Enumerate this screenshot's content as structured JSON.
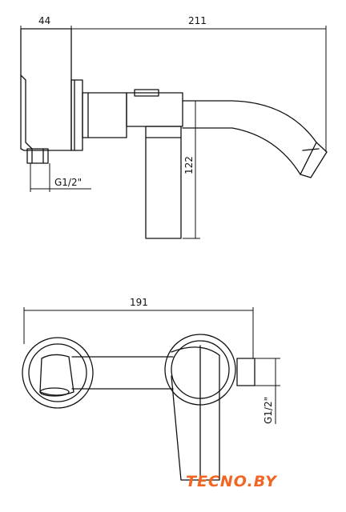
{
  "dimensions": {
    "wall_depth": "44",
    "total_length_side": "211",
    "height": "122",
    "thread_side": "G1/2\"",
    "total_length_top": "191",
    "thread_top": "G1/2\""
  },
  "logo": {
    "text": "TECNO.BY",
    "color": "#f26522"
  },
  "colors": {
    "line": "#111111",
    "background": "#ffffff"
  }
}
